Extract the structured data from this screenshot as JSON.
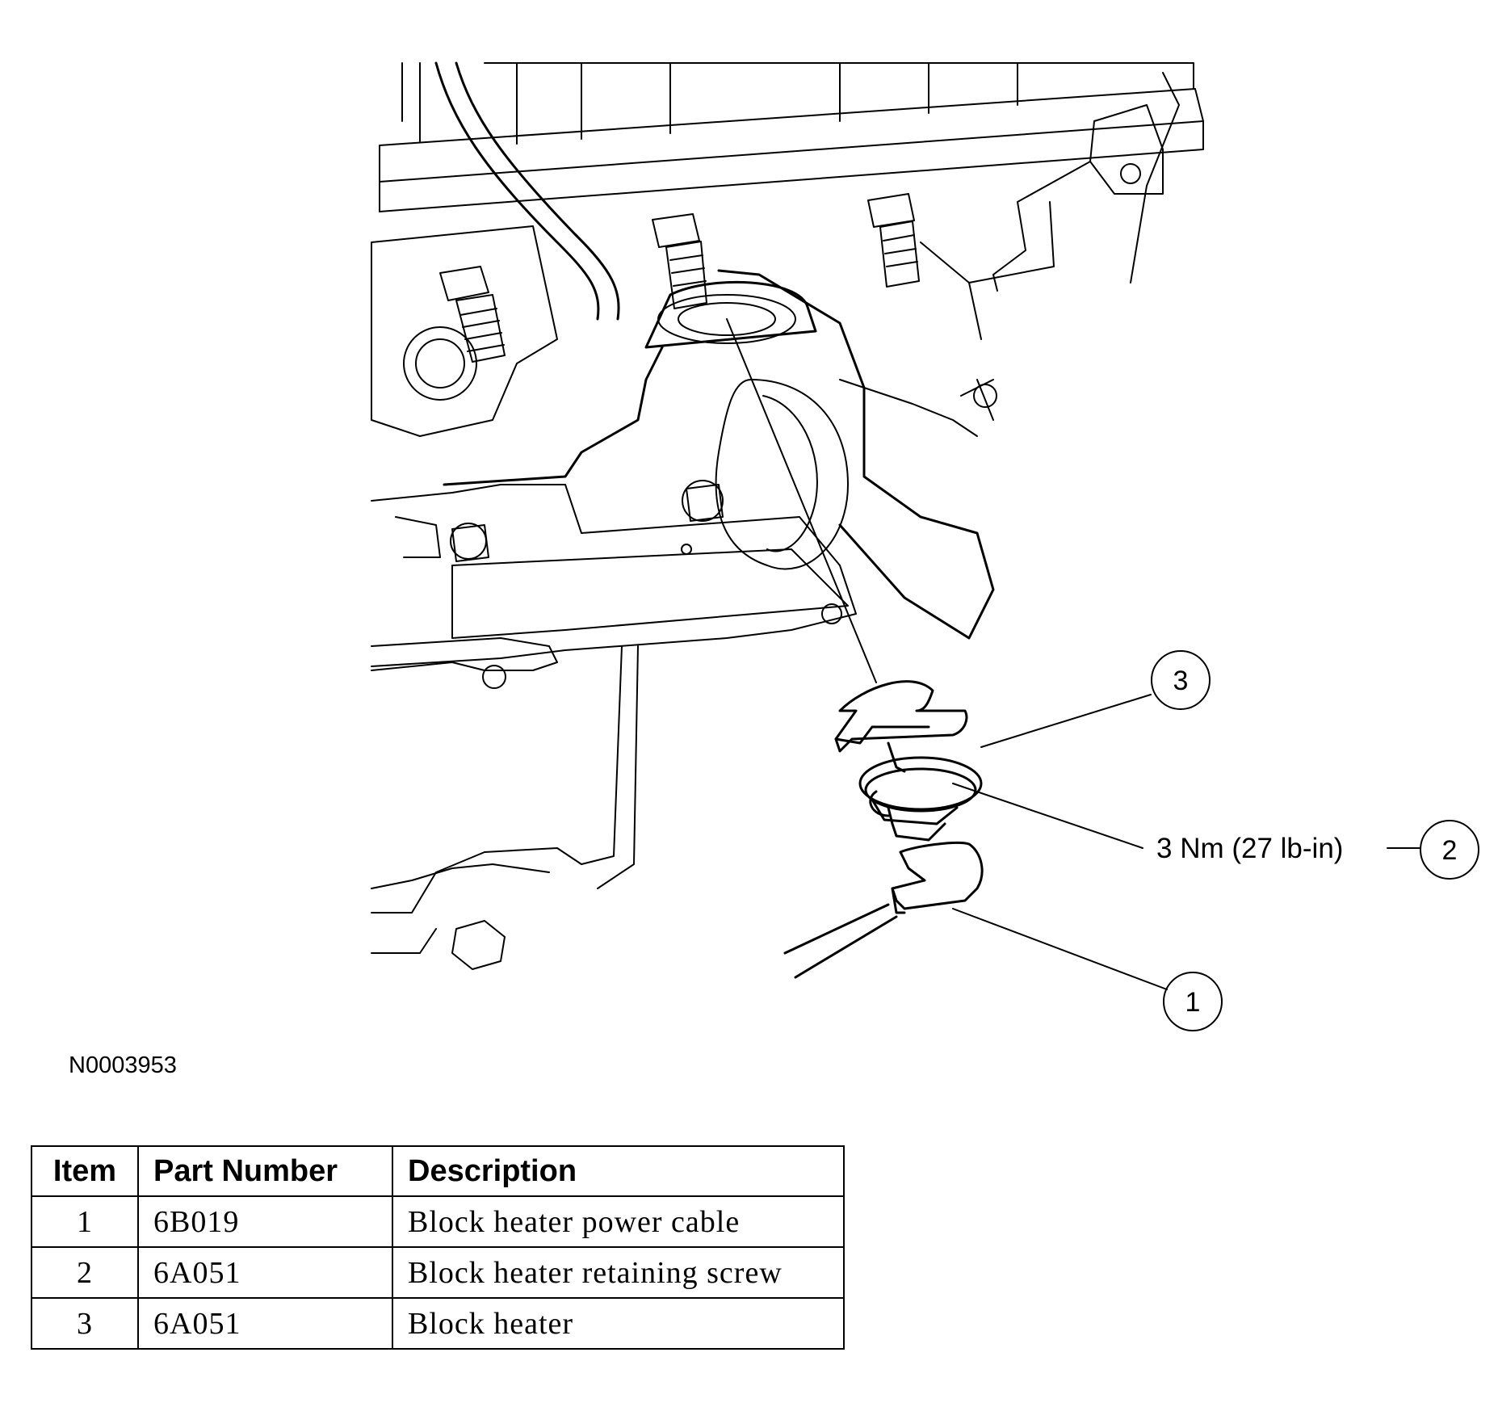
{
  "figure_id": "N0003953",
  "callouts": [
    {
      "number": "1",
      "label": ""
    },
    {
      "number": "2",
      "label": "3 Nm (27 lb-in)"
    },
    {
      "number": "3",
      "label": ""
    }
  ],
  "table": {
    "headers": [
      "Item",
      "Part Number",
      "Description"
    ],
    "rows": [
      {
        "item": "1",
        "part_number": "6B019",
        "description": "Block heater power cable"
      },
      {
        "item": "2",
        "part_number": "6A051",
        "description": "Block heater retaining screw"
      },
      {
        "item": "3",
        "part_number": "6A051",
        "description": "Block heater"
      }
    ]
  }
}
